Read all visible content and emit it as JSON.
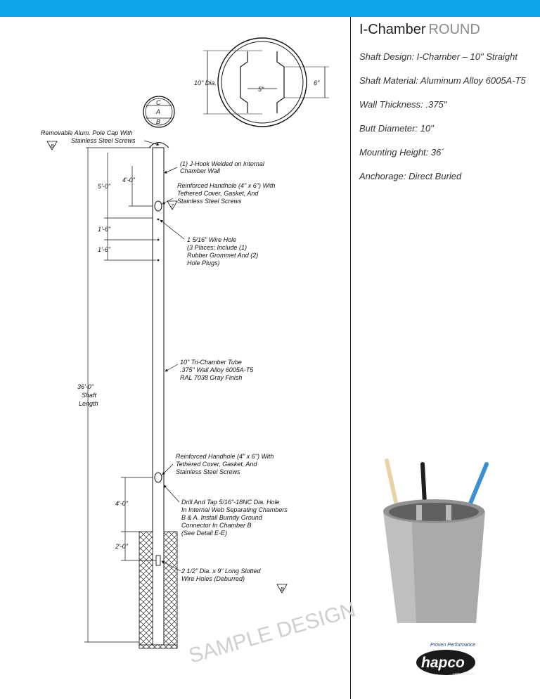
{
  "header": {
    "bar_color": "#0ea5e9"
  },
  "title": {
    "main": "I-Chamber",
    "accent": "ROUND"
  },
  "specs": [
    "Shaft Design:  I-Chamber – 10\" Straight",
    "Shaft Material:  Aluminum Alloy 6005A-T5",
    "Wall Thickness:  .375\"",
    "Butt Diameter:  10\"",
    "Mounting Height:  36´",
    "Anchorage: Direct Buried"
  ],
  "section": {
    "dia_label": "10\" Dia.",
    "inner_width": "5\"",
    "height_label": "6\"",
    "chamber_c": "C",
    "chamber_a": "A",
    "chamber_b": "B"
  },
  "notes": {
    "cap_line1": "Removable Alum. Pole Cap With",
    "cap_line2": "Stainless Steel Screws",
    "cap_ref": "B",
    "jhook_line1": "(1) J-Hook Welded on Internal",
    "jhook_line2": "Chamber Wall",
    "handhole_top_line1": "Reinforced Handhole (4\" x 6\") With",
    "handhole_top_line2": "Tethered Cover, Gasket, And",
    "handhole_top_line3": "Stainless Steel Screws",
    "handhole_ref": "7",
    "wire_hole_line1": "1 5/16\" Wire Hole",
    "wire_hole_line2": "(3 Places; Include (1)",
    "wire_hole_line3": "Rubber Grommet And (2)",
    "wire_hole_line4": "Hole Plugs)",
    "tube_line1": "10\" Tri-Chamber Tube",
    "tube_line2": ".375\" Wall Alloy 6005A-T5",
    "tube_line3": "RAL 7038 Gray Finish",
    "handhole_bot_line1": "Reinforced Handhole (4\" x 6\") With",
    "handhole_bot_line2": "Tethered Cover, Gasket, And",
    "handhole_bot_line3": "Stainless Steel Screws",
    "ground_line1": "Drill And Tap 5/16\"-18NC Dia. Hole",
    "ground_line2": "In Internal Web Separating Chambers",
    "ground_line3": "B & A. Install Burndy Ground",
    "ground_line4": "Connector In Chamber B",
    "ground_line5": "(See Detail E-E)",
    "slot_line1": "2 1/2\" Dia. x 9\" Long Slotted",
    "slot_line2": "Wire Holes (Deburred)",
    "slot_ref": "B"
  },
  "dimensions": {
    "d_5_0": "5'-0\"",
    "d_4_0_top": "4'-0\"",
    "d_1_6_a": "1'-6\"",
    "d_1_6_b": "1'-6\"",
    "shaft_len_1": "36'-0\"",
    "shaft_len_2": "Shaft",
    "shaft_len_3": "Length",
    "d_4_0_bot": "4'-0\"",
    "d_2_0": "2'-0\""
  },
  "watermark": "SAMPLE DESIGN",
  "logo": {
    "tagline": "Proven Performance",
    "name": "hapco",
    "sub": "pole products"
  }
}
